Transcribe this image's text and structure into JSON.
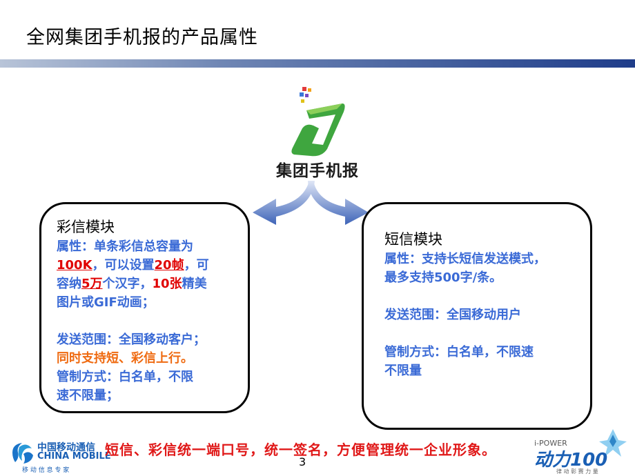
{
  "page": {
    "title": "全网集团手机报的产品属性"
  },
  "logo": {
    "label": "集团手机报"
  },
  "mms": {
    "heading": "彩信模块",
    "line1": "属性：单条彩信总容量为",
    "size": "100K",
    "line2a": "，可以设置",
    "frames": "20帧",
    "line2b": "，可",
    "line3a": "容纳",
    "chars": "5万",
    "line3b": "个汉字，",
    "images": "10张",
    "line3c": "精美",
    "line4": "图片或GIF动画；",
    "range": "发送范围：全国移动客户；",
    "uplink": "同时支持短、彩信上行。",
    "control1": "管制方式：白名单，不限",
    "control2": "速不限量；"
  },
  "sms": {
    "heading": "短信模块",
    "line1": "属性：支持长短信发送模式，",
    "line2": "最多支持500字/条。",
    "range": "发送范围：全国移动用户",
    "control1": "管制方式：白名单，不限速",
    "control2": "不限量"
  },
  "footer": {
    "company_cn": "中国移动通信",
    "company_en": "CHINA MOBILE",
    "company_sub": "移 动 信 息 专 家",
    "slogan": "短信、彩信统一端口号，统一签名，方便管理统一企业形象。",
    "page_number": "3",
    "brand_top": "i-POWER",
    "brand_main": "动力100",
    "brand_sub": "律 动 彰 赛 力 量"
  },
  "colors": {
    "accent_blue": "#3a6ad6",
    "highlight_red": "#e00000",
    "orange": "#ef6a10",
    "slogan_red": "#e01818"
  }
}
